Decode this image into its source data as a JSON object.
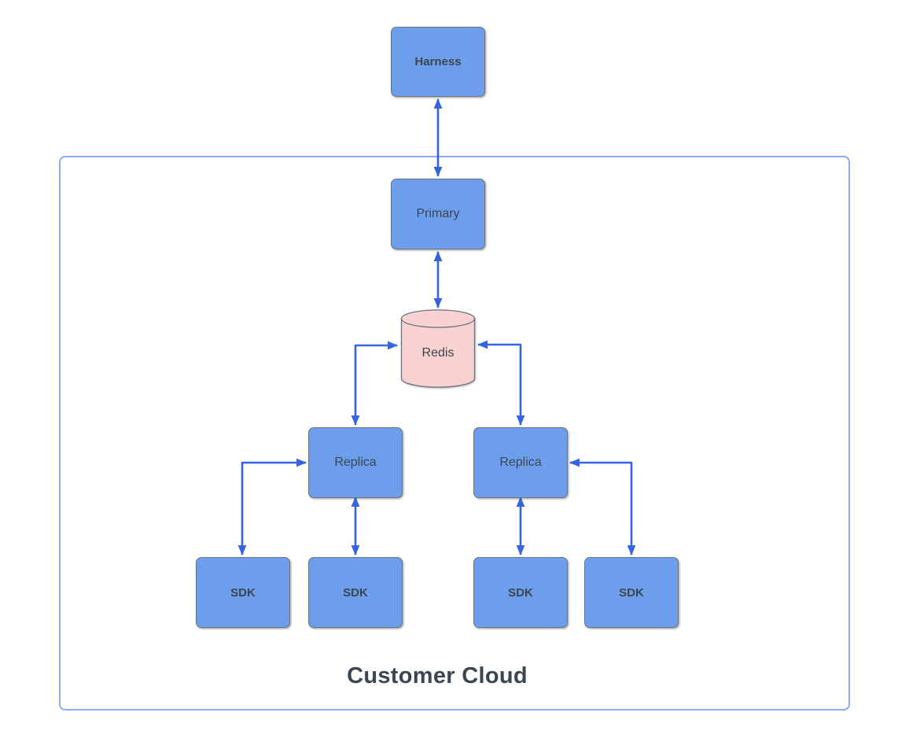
{
  "diagram": {
    "title": "Customer Cloud",
    "nodes": {
      "harness": {
        "label": "Harness",
        "shape": "rounded-box",
        "fill": "#6d9eeb"
      },
      "primary": {
        "label": "Primary",
        "shape": "rounded-box",
        "fill": "#6d9eeb"
      },
      "redis": {
        "label": "Redis",
        "shape": "cylinder",
        "fill": "#f8d2d0"
      },
      "replica_left": {
        "label": "Replica",
        "shape": "rounded-box",
        "fill": "#6d9eeb"
      },
      "replica_right": {
        "label": "Replica",
        "shape": "rounded-box",
        "fill": "#6d9eeb"
      },
      "sdk_1": {
        "label": "SDK",
        "shape": "rounded-box",
        "fill": "#6d9eeb"
      },
      "sdk_2": {
        "label": "SDK",
        "shape": "rounded-box",
        "fill": "#6d9eeb"
      },
      "sdk_3": {
        "label": "SDK",
        "shape": "rounded-box",
        "fill": "#6d9eeb"
      },
      "sdk_4": {
        "label": "SDK",
        "shape": "rounded-box",
        "fill": "#6d9eeb"
      }
    },
    "edges": [
      {
        "from": "harness",
        "to": "primary",
        "style": "bidirectional",
        "route": "straight"
      },
      {
        "from": "primary",
        "to": "redis",
        "style": "bidirectional",
        "route": "straight"
      },
      {
        "from": "redis",
        "to": "replica_left",
        "style": "bidirectional",
        "route": "elbow"
      },
      {
        "from": "redis",
        "to": "replica_right",
        "style": "bidirectional",
        "route": "elbow"
      },
      {
        "from": "replica_left",
        "to": "sdk_1",
        "style": "bidirectional",
        "route": "elbow"
      },
      {
        "from": "replica_left",
        "to": "sdk_2",
        "style": "bidirectional",
        "route": "straight"
      },
      {
        "from": "replica_right",
        "to": "sdk_3",
        "style": "bidirectional",
        "route": "straight"
      },
      {
        "from": "replica_right",
        "to": "sdk_4",
        "style": "bidirectional",
        "route": "elbow"
      }
    ],
    "colors": {
      "node_fill": "#6d9eeb",
      "node_border": "#6b7380",
      "redis_fill": "#f8d2d0",
      "arrow": "#3665e0",
      "container_border": "#88acf6",
      "text": "#3c4651"
    }
  }
}
